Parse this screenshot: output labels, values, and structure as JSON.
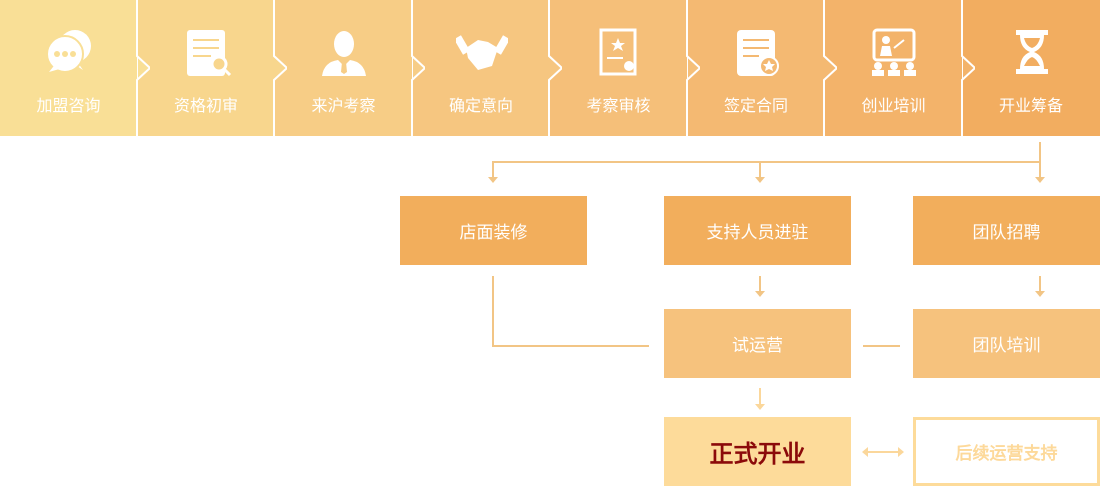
{
  "steps": [
    {
      "label": "加盟咨询",
      "icon": "chat-bubbles-icon",
      "color": "#f9df96"
    },
    {
      "label": "资格初审",
      "icon": "document-search-icon",
      "color": "#f8d68d"
    },
    {
      "label": "来沪考察",
      "icon": "businessman-icon",
      "color": "#f7cd86"
    },
    {
      "label": "确定意向",
      "icon": "handshake-icon",
      "color": "#f6c680"
    },
    {
      "label": "考察审核",
      "icon": "certificate-icon",
      "color": "#f5bf79"
    },
    {
      "label": "签定合同",
      "icon": "contract-icon",
      "color": "#f4b972"
    },
    {
      "label": "创业培训",
      "icon": "training-icon",
      "color": "#f3b36a"
    },
    {
      "label": "开业筹备",
      "icon": "hourglass-icon",
      "color": "#f2ad60"
    }
  ],
  "flow": {
    "store_decoration": "店面装修",
    "staff_support": "支持人员进驻",
    "team_recruit": "团队招聘",
    "trial_operation": "试运营",
    "team_training": "团队培训",
    "official_opening": "正式开业",
    "followup_support": "后续运营支持"
  },
  "colors": {
    "row1": "#f2ae5c",
    "row2": "#f6c27d",
    "opening": "#fddb9a",
    "opening_text": "#8b0a0a",
    "line": "#f2c585"
  }
}
